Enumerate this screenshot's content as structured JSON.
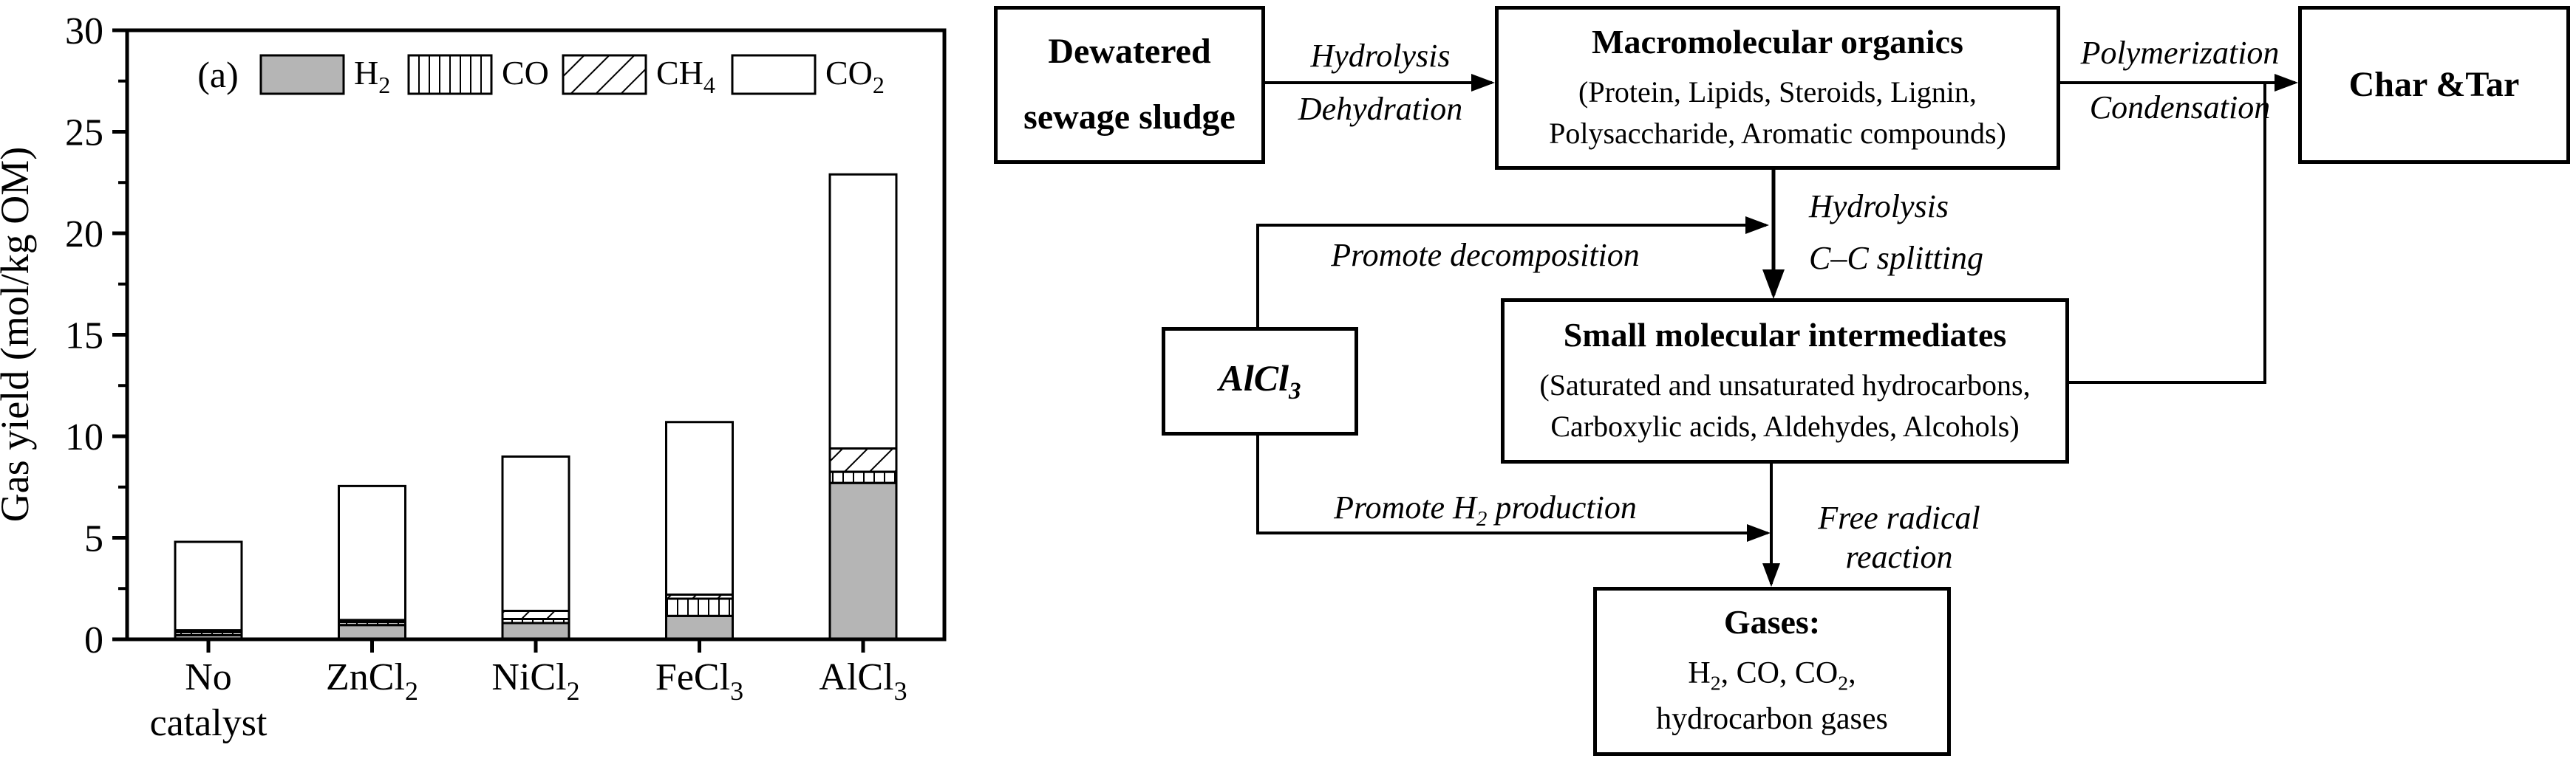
{
  "chart_data": {
    "type": "bar",
    "stacked": true,
    "panel_label": "(a)",
    "title": "",
    "xlabel": "",
    "ylabel": "Gas yield (mol/kg OM)",
    "ylim": [
      0,
      30
    ],
    "yticks": [
      0,
      5,
      10,
      15,
      20,
      25,
      30
    ],
    "minor_ticks": [
      2.5,
      7.5,
      12.5,
      17.5,
      22.5,
      27.5
    ],
    "grid": false,
    "legend_position": "top-inside",
    "categories": [
      "No catalyst",
      "ZnCl2",
      "NiCl2",
      "FeCl3",
      "AlCl3"
    ],
    "category_label_lines": [
      [
        [
          {
            "t": "No"
          }
        ],
        [
          {
            "t": "catalyst"
          }
        ]
      ],
      [
        [
          {
            "t": "ZnCl"
          },
          {
            "t": "2",
            "sub": true
          }
        ]
      ],
      [
        [
          {
            "t": "NiCl"
          },
          {
            "t": "2",
            "sub": true
          }
        ]
      ],
      [
        [
          {
            "t": "FeCl"
          },
          {
            "t": "3",
            "sub": true
          }
        ]
      ],
      [
        [
          {
            "t": "AlCl"
          },
          {
            "t": "3",
            "sub": true
          }
        ]
      ]
    ],
    "series": [
      {
        "name": "H2",
        "label_parts": [
          {
            "t": "H"
          },
          {
            "t": "2",
            "sub": true
          }
        ],
        "pattern": "solid-gray",
        "values": [
          0.2,
          0.7,
          0.8,
          1.15,
          7.7
        ]
      },
      {
        "name": "CO",
        "label_parts": [
          {
            "t": "CO"
          }
        ],
        "pattern": "vertical-stripes",
        "values": [
          0.15,
          0.15,
          0.2,
          0.85,
          0.55
        ]
      },
      {
        "name": "CH4",
        "label_parts": [
          {
            "t": "CH"
          },
          {
            "t": "4",
            "sub": true
          }
        ],
        "pattern": "diagonal-stripes",
        "values": [
          0.1,
          0.1,
          0.4,
          0.2,
          1.15
        ]
      },
      {
        "name": "CO2",
        "label_parts": [
          {
            "t": "CO"
          },
          {
            "t": "2",
            "sub": true
          }
        ],
        "pattern": "plain-white",
        "values": [
          4.35,
          6.6,
          7.6,
          8.5,
          13.5
        ]
      }
    ],
    "totals": [
      4.8,
      7.55,
      9.1,
      10.7,
      22.9
    ],
    "colors": {
      "bar_gray": "#b5b5b5",
      "ink": "#000000",
      "background": "#ffffff"
    }
  },
  "diagram": {
    "boxes": {
      "dewatered": {
        "lines": [
          [
            {
              "t": "Dewatered"
            }
          ],
          [
            {
              "t": "sewage sludge"
            }
          ]
        ]
      },
      "macro": {
        "title": [
          {
            "t": "Macromolecular organics"
          }
        ],
        "body": [
          [
            {
              "t": "(Protein, Lipids, Steroids, Lignin,"
            }
          ],
          [
            {
              "t": "Polysaccharide, Aromatic compounds)"
            }
          ]
        ]
      },
      "chartar": {
        "title": [
          {
            "t": "Char &Tar"
          }
        ]
      },
      "alcl3": {
        "title": [
          {
            "t": "AlCl"
          },
          {
            "t": "3",
            "sub": true
          }
        ]
      },
      "small": {
        "title": [
          {
            "t": "Small molecular intermediates"
          }
        ],
        "body": [
          [
            {
              "t": "(Saturated and unsaturated hydrocarbons,"
            }
          ],
          [
            {
              "t": "Carboxylic acids, Aldehydes, Alcohols)"
            }
          ]
        ]
      },
      "gases": {
        "title": [
          {
            "t": "Gases:"
          }
        ],
        "body": [
          [
            {
              "t": "H"
            },
            {
              "t": "2",
              "sub": true
            },
            {
              "t": ", CO, CO"
            },
            {
              "t": "2",
              "sub": true
            },
            {
              "t": ","
            }
          ],
          [
            {
              "t": "hydrocarbon gases"
            }
          ]
        ]
      }
    },
    "arrow_labels": {
      "hydrolysis1": [
        {
          "t": "Hydrolysis"
        }
      ],
      "dehydration": [
        {
          "t": "Dehydration"
        }
      ],
      "polymerization": [
        {
          "t": "Polymerization"
        }
      ],
      "condensation": [
        {
          "t": "Condensation"
        }
      ],
      "hydrolysis2": [
        {
          "t": "Hydrolysis"
        }
      ],
      "cc_splitting": [
        {
          "t": "C–C splitting"
        }
      ],
      "promote_decomposition": [
        {
          "t": "Promote decomposition"
        }
      ],
      "promote_h2": [
        {
          "t": "Promote H"
        },
        {
          "t": "2",
          "sub": true
        },
        {
          "t": " production"
        }
      ],
      "free_radical_line1": [
        {
          "t": "Free radical"
        }
      ],
      "free_radical_line2": [
        {
          "t": "reaction"
        }
      ]
    }
  }
}
